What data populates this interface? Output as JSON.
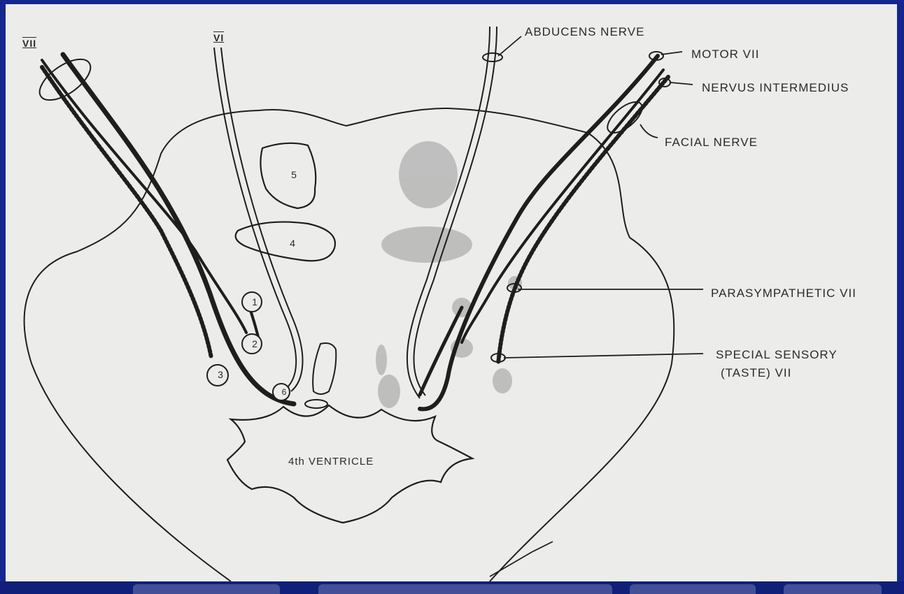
{
  "diagram": {
    "labels": {
      "vii_left": "VII",
      "vi_left": "VI",
      "abducens": "ABDUCENS NERVE",
      "motor": "MOTOR VII",
      "nervus_intermedius": "NERVUS INTERMEDIUS",
      "facial": "FACIAL NERVE",
      "parasympathetic": "PARASYMPATHETIC VII",
      "special_sensory_1": "SPECIAL SENSORY",
      "special_sensory_2": "(TASTE) VII",
      "ventricle": "4th VENTRICLE"
    },
    "numbers": [
      "1",
      "2",
      "3",
      "4",
      "5",
      "6"
    ]
  },
  "colors": {
    "frame": "#14278f",
    "slide": "#ececea",
    "ink": "#1e1e1e"
  }
}
